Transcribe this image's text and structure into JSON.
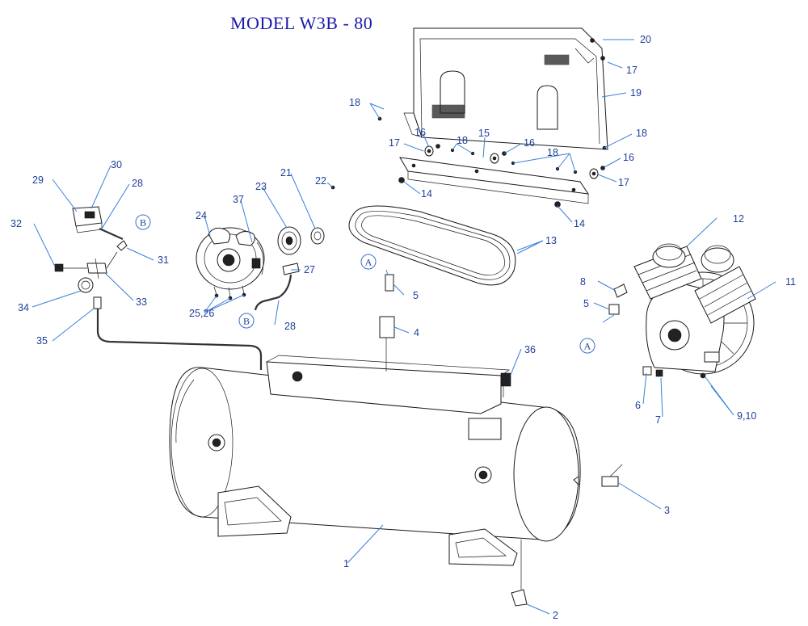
{
  "title": "MODEL W3B - 80",
  "bubbles": {
    "a": "A",
    "b": "B"
  },
  "callouts": {
    "c1": "1",
    "c2": "2",
    "c3": "3",
    "c4": "4",
    "c5a": "5",
    "c5b": "5",
    "c6": "6",
    "c7": "7",
    "c8": "8",
    "c910": "9,10",
    "c11": "11",
    "c12": "12",
    "c13": "13",
    "c14a": "14",
    "c14b": "14",
    "c15": "15",
    "c16a": "16",
    "c16b": "16",
    "c16c": "16",
    "c17a": "17",
    "c17b": "17",
    "c17c": "17",
    "c18a": "18",
    "c18b": "18",
    "c18c": "18",
    "c18d": "18",
    "c19": "19",
    "c20": "20",
    "c21": "21",
    "c22": "22",
    "c23": "23",
    "c24": "24",
    "c2526": "25,26",
    "c27": "27",
    "c28a": "28",
    "c28b": "28",
    "c29": "29",
    "c30": "30",
    "c31": "31",
    "c32": "32",
    "c33": "33",
    "c34": "34",
    "c35": "35",
    "c36": "36",
    "c37": "37"
  }
}
